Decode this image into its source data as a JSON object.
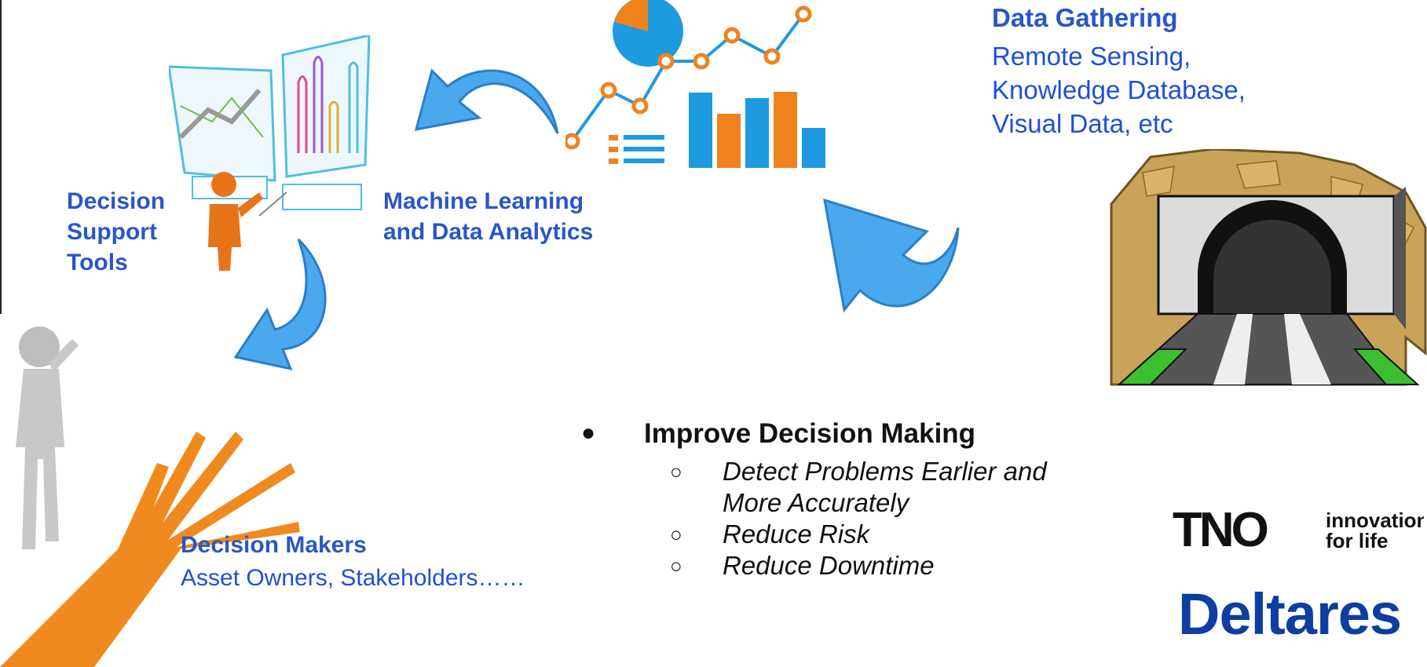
{
  "data_gathering": {
    "title": "Data Gathering",
    "lines": [
      "Remote Sensing,",
      "Knowledge Database,",
      "Visual Data, etc"
    ]
  },
  "machine_learning": {
    "lines": [
      "Machine Learning",
      "and Data Analytics"
    ]
  },
  "decision_support": {
    "lines": [
      "Decision",
      "Support",
      "Tools"
    ]
  },
  "decision_makers": {
    "title": "Decision Makers",
    "subtitle": "Asset Owners, Stakeholders……"
  },
  "improve": {
    "heading": "Improve Decision Making",
    "items": [
      "Detect Problems Earlier and More Accurately",
      "Reduce Risk",
      "Reduce Downtime"
    ]
  },
  "logos": {
    "tno_wordmark": "TNO",
    "tno_tagline_1": "innovation",
    "tno_tagline_2": "for life",
    "deltares": "Deltares"
  },
  "colors": {
    "label_blue": "#2a56c6",
    "orange": "#f0821e",
    "chart_blue": "#1e9ae0"
  }
}
